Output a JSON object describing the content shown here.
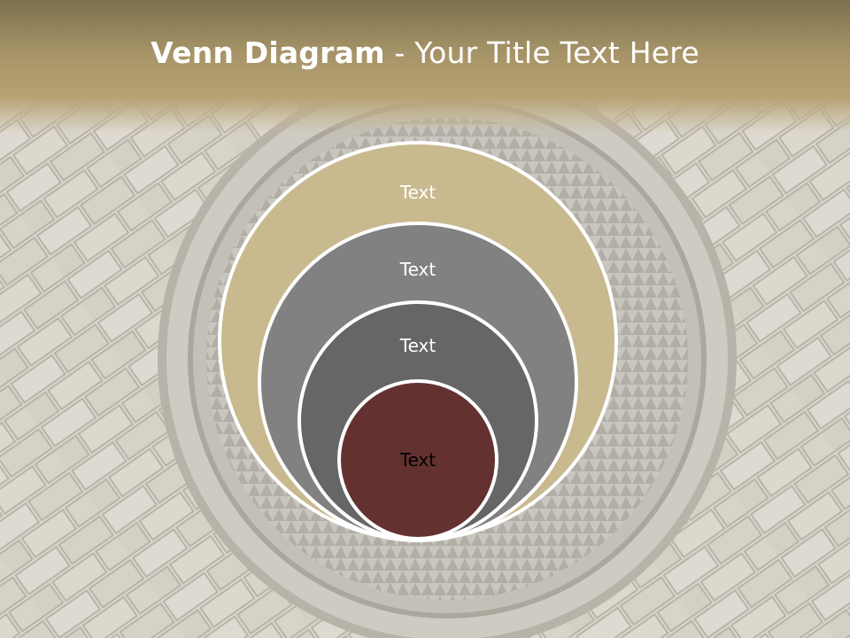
{
  "slide": {
    "title_bold": "Venn Diagram",
    "title_rest": " - Your Title Text Here"
  },
  "diagram": {
    "circles": [
      {
        "label": "Text",
        "fill": "#c8b98f",
        "text_color": "#ffffff"
      },
      {
        "label": "Text",
        "fill": "#818181",
        "text_color": "#ffffff"
      },
      {
        "label": "Text",
        "fill": "#666666",
        "text_color": "#ffffff"
      },
      {
        "label": "Text",
        "fill": "#643131",
        "text_color": "#000000"
      }
    ]
  },
  "colors": {
    "title_band": "#a69468",
    "circle_outline": "#ffffff",
    "background": "#dcd8ce"
  }
}
